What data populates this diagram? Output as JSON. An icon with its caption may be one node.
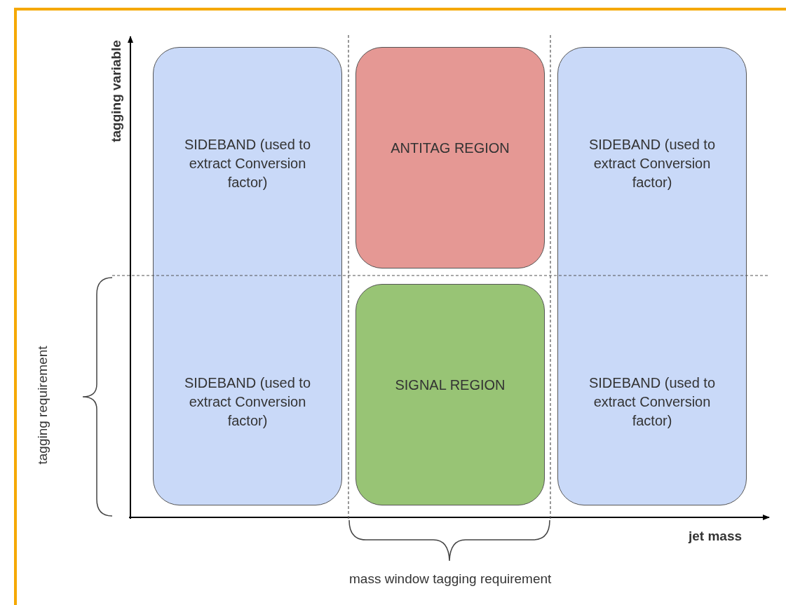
{
  "diagram": {
    "nodes": [
      {
        "text": [
          "SIDEBAND (used to extract Conversion factor)",
          "SIDEBAND (used to extract Conversion factor)"
        ]
      },
      {
        "text": [
          "ANTITAG REGION"
        ]
      },
      {
        "text": [
          "SIGNAL REGION"
        ]
      },
      {
        "text": [
          "SIDEBAND (used to extract Conversion factor)",
          "SIDEBAND (used to extract Conversion factor)"
        ]
      }
    ],
    "edges": [],
    "labels": [
      "tagging variable",
      "tagging requirement",
      "jet mass",
      "mass window tagging requirement"
    ]
  }
}
